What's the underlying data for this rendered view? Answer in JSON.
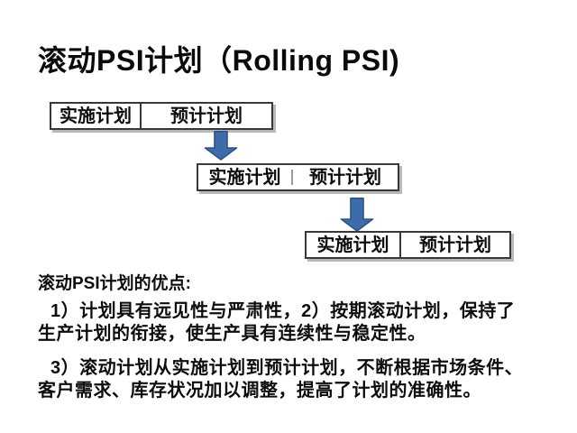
{
  "slide": {
    "title": "滚动PSI计划（Rolling PSI)"
  },
  "diagram": {
    "boxes": [
      {
        "left_label": "实施计划",
        "right_label": "预计计划"
      },
      {
        "left_label": "实施计划",
        "right_label": "预计计划"
      },
      {
        "left_label": "实施计划",
        "right_label": "预计计划"
      }
    ]
  },
  "advantages": {
    "heading": "滚动PSI计划的优点:",
    "point_1_2": "1）计划具有远见性与严肃性，2）按期滚动计划，保持了\n生产计划的衔接，使生产具有连续性与稳定性。",
    "point_3": "3）滚动计划从实施计划到预计计划，不断根据市场条件、\n客户需求、库存状况加以调整，提高了计划的准确性。"
  },
  "colors": {
    "arrow_fill": "#3e6cab",
    "arrow_stroke": "#2e5289",
    "box_border": "#383838",
    "background": "#ffffff"
  }
}
